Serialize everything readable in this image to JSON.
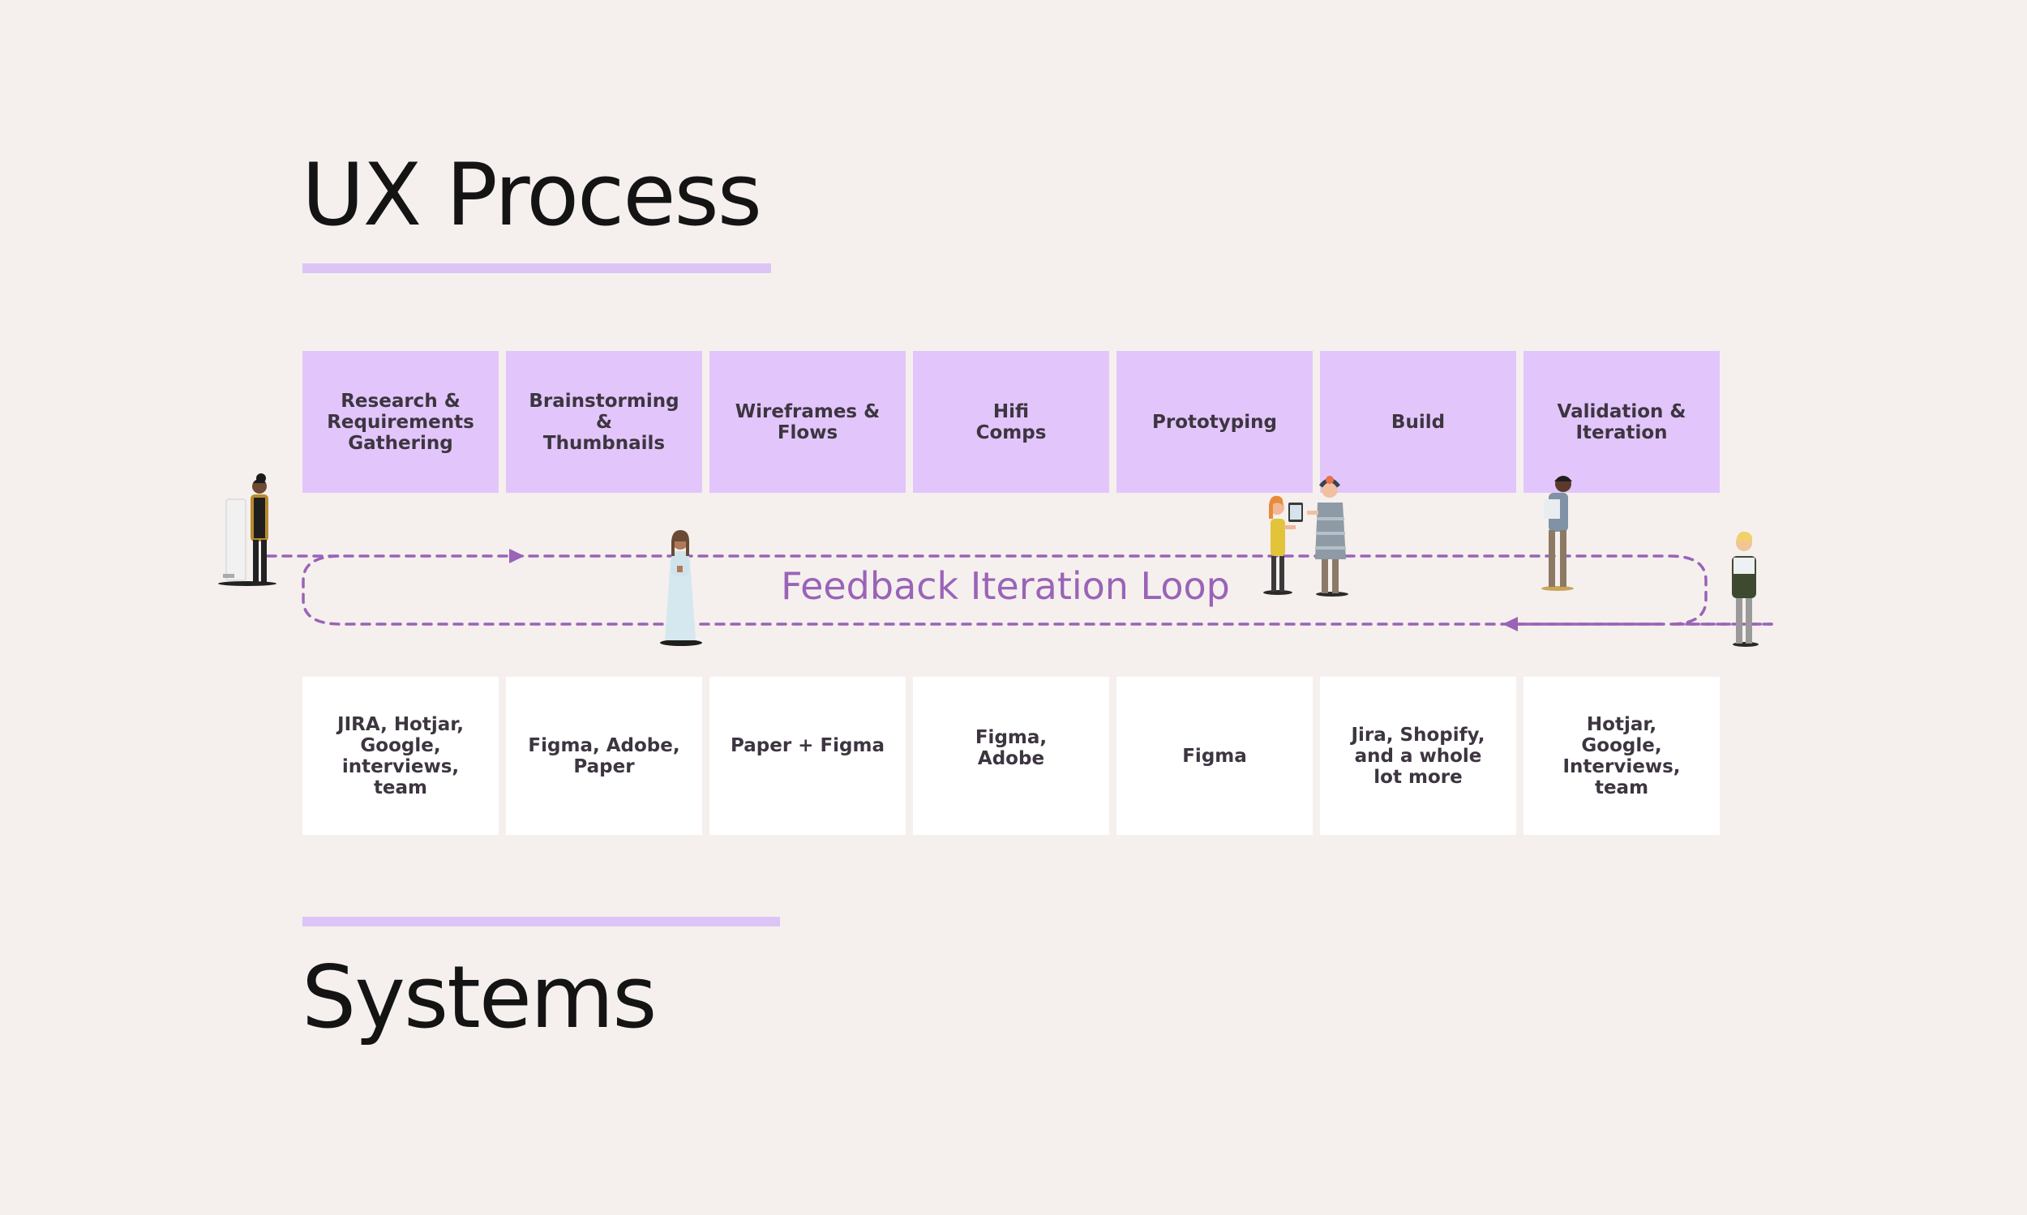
{
  "titles": {
    "ux_process": "UX Process",
    "systems": "Systems"
  },
  "steps": [
    {
      "label": "Research &\nRequirements\nGathering"
    },
    {
      "label": "Brainstorming &\nThumbnails"
    },
    {
      "label": "Wireframes &\nFlows"
    },
    {
      "label": "Hifi\nComps"
    },
    {
      "label": "Prototyping"
    },
    {
      "label": "Build"
    },
    {
      "label": "Validation &\nIteration"
    }
  ],
  "tools": [
    {
      "label": "JIRA, Hotjar,\nGoogle,\ninterviews,\nteam"
    },
    {
      "label": "Figma, Adobe,\nPaper"
    },
    {
      "label": "Paper + Figma"
    },
    {
      "label": "Figma,\nAdobe"
    },
    {
      "label": "Figma"
    },
    {
      "label": "Jira, Shopify,\nand a whole\nlot more"
    },
    {
      "label": "Hotjar,\nGoogle,\nInterviews,\nteam"
    }
  ],
  "loop": {
    "label": "Feedback Iteration Loop"
  },
  "colors": {
    "background": "#f5f0ed",
    "step_fill": "#e2c6fb",
    "tool_fill": "#ffffff",
    "underline": "#dcc4f7",
    "loop": "#9a63b8",
    "title": "#141414"
  }
}
